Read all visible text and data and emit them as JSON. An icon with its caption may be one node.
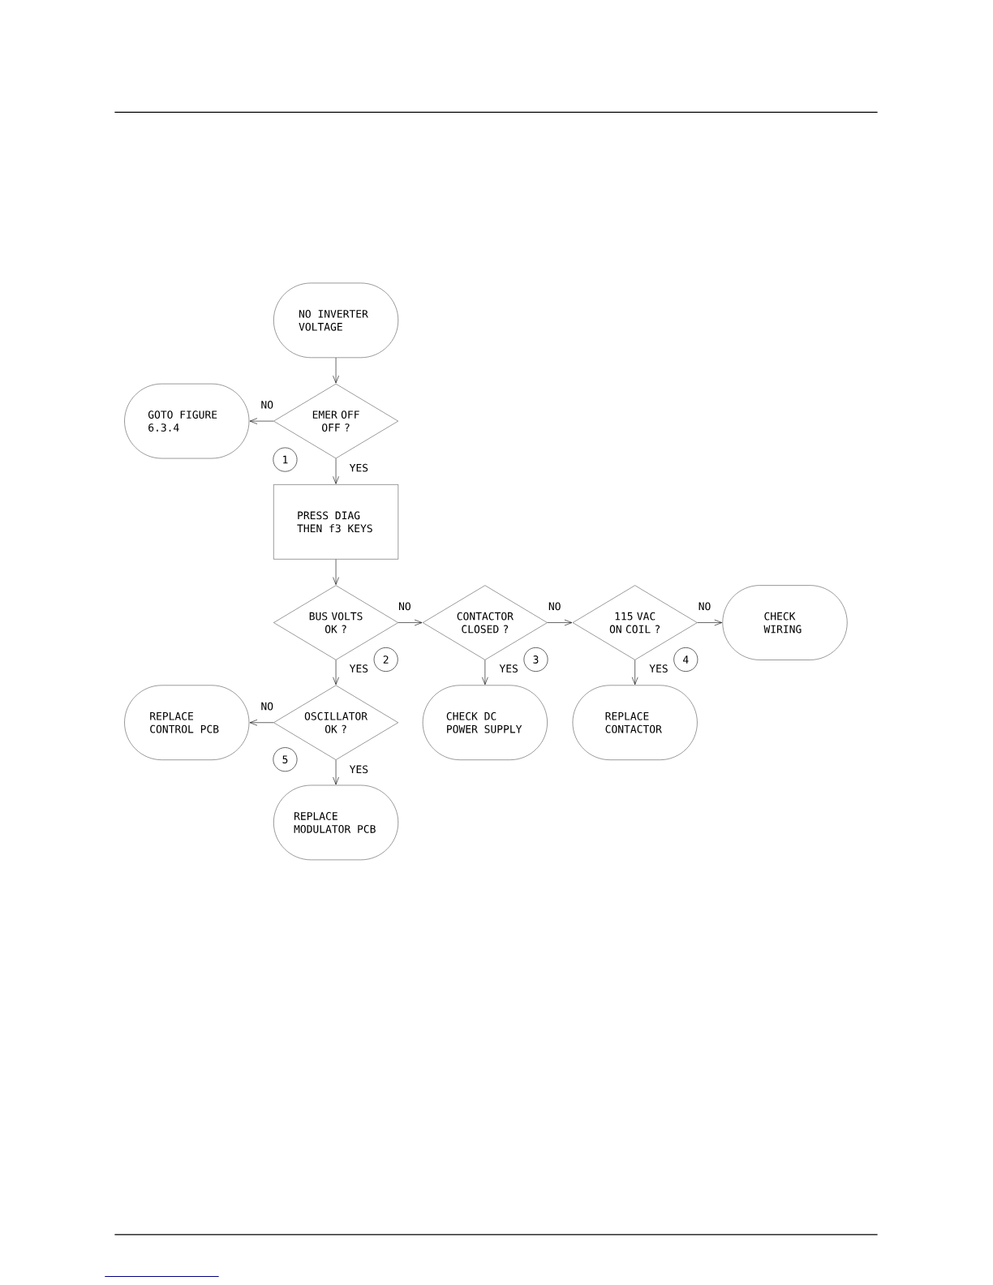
{
  "diagram": {
    "nodes": [
      {
        "text": [
          "NO INVERTER VOLTAGE"
        ]
      },
      {
        "text": [
          "EMER OFF OFF ?"
        ]
      },
      {
        "text": [
          "GOTO FIGURE 6.3.4"
        ]
      },
      {
        "text": [
          "PRESS DIAG THEN f3 KEYS"
        ]
      },
      {
        "text": [
          "BUS VOLTS OK ?"
        ]
      },
      {
        "text": [
          "CONTACTOR CLOSED ?"
        ]
      },
      {
        "text": [
          "115 VAC ON COIL ?"
        ]
      },
      {
        "text": [
          "CHECK WIRING"
        ]
      },
      {
        "text": [
          "OSCILLATOR OK ?"
        ]
      },
      {
        "text": [
          "REPLACE CONTROL PCB"
        ]
      },
      {
        "text": [
          "CHECK DC POWER SUPPLY"
        ]
      },
      {
        "text": [
          "REPLACE CONTACTOR"
        ]
      },
      {
        "text": [
          "REPLACE MODULATOR PCB"
        ]
      }
    ],
    "edges": [
      {
        "from": 0,
        "to": 1,
        "arrow": "to"
      },
      {
        "from": 1,
        "to": 2,
        "arrow": "to",
        "label": "NO"
      },
      {
        "from": 1,
        "to": 3,
        "arrow": "to",
        "label": "YES"
      },
      {
        "from": 3,
        "to": 4,
        "arrow": "to"
      },
      {
        "from": 4,
        "to": 5,
        "arrow": "to",
        "label": "NO"
      },
      {
        "from": 5,
        "to": 6,
        "arrow": "to",
        "label": "NO"
      },
      {
        "from": 6,
        "to": 7,
        "arrow": "to",
        "label": "NO"
      },
      {
        "from": 4,
        "to": 8,
        "arrow": "to",
        "label": "YES"
      },
      {
        "from": 5,
        "to": 10,
        "arrow": "to",
        "label": "YES"
      },
      {
        "from": 6,
        "to": 11,
        "arrow": "to",
        "label": "YES"
      },
      {
        "from": 8,
        "to": 9,
        "arrow": "to",
        "label": "NO"
      },
      {
        "from": 8,
        "to": 12,
        "arrow": "to",
        "label": "YES"
      }
    ],
    "labels": [
      "1",
      "2",
      "3",
      "4",
      "5"
    ]
  }
}
